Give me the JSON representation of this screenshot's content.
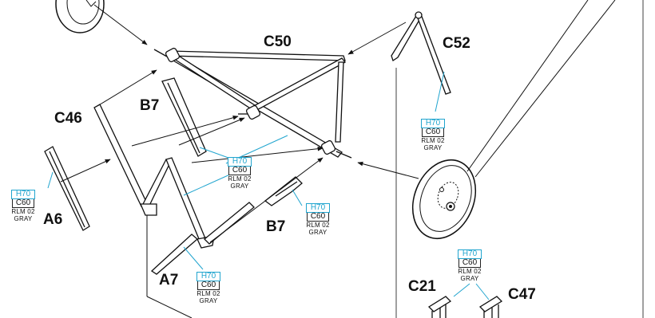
{
  "colors": {
    "line": "#111111",
    "leader": "#21a5cf",
    "paper": "#ffffff"
  },
  "part_labels": {
    "c50": "C50",
    "c52": "C52",
    "c46": "C46",
    "b7_upper": "B7",
    "b7_lower": "B7",
    "a6": "A6",
    "a7": "A7",
    "c21": "C21",
    "c47": "C47"
  },
  "paint_callouts": [
    {
      "id": "c52",
      "hataka": "H70",
      "code": "C60",
      "line1": "RLM 02",
      "line2": "GRAY"
    },
    {
      "id": "c46",
      "hataka": "H70",
      "code": "C60",
      "line1": "RLM 02",
      "line2": "GRAY"
    },
    {
      "id": "a6",
      "hataka": "H70",
      "code": "C60",
      "line1": "RLM 02",
      "line2": "GRAY"
    },
    {
      "id": "b7",
      "hataka": "H70",
      "code": "C60",
      "line1": "RLM 02",
      "line2": "GRAY"
    },
    {
      "id": "a7",
      "hataka": "H70",
      "code": "C60",
      "line1": "RLM 02",
      "line2": "GRAY"
    },
    {
      "id": "c21-c47",
      "hataka": "H70",
      "code": "C60",
      "line1": "RLM 02",
      "line2": "GRAY"
    }
  ]
}
